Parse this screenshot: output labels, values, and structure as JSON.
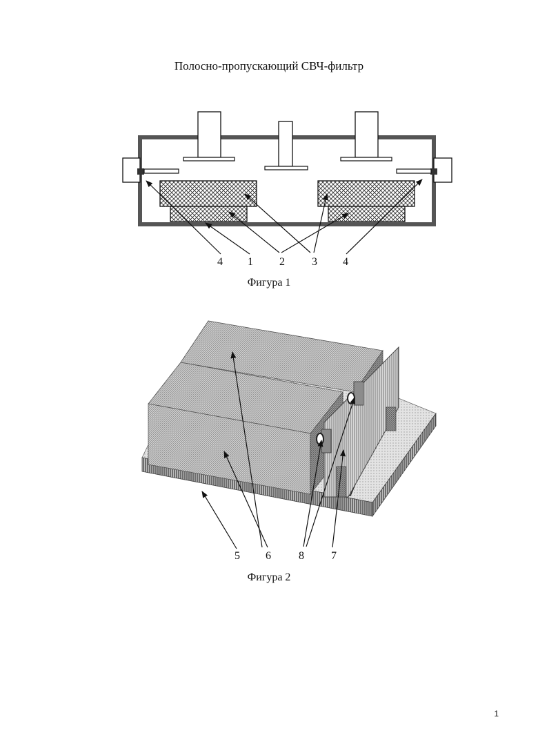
{
  "document": {
    "title": "Полосно-пропускающий СВЧ-фильтр",
    "page_number": "1"
  },
  "figure1": {
    "caption": "Фигура 1",
    "labels": [
      "4",
      "1",
      "2",
      "3",
      "4"
    ]
  },
  "figure2": {
    "caption": "Фигура 2",
    "labels": [
      "5",
      "6",
      "8",
      "7"
    ]
  }
}
